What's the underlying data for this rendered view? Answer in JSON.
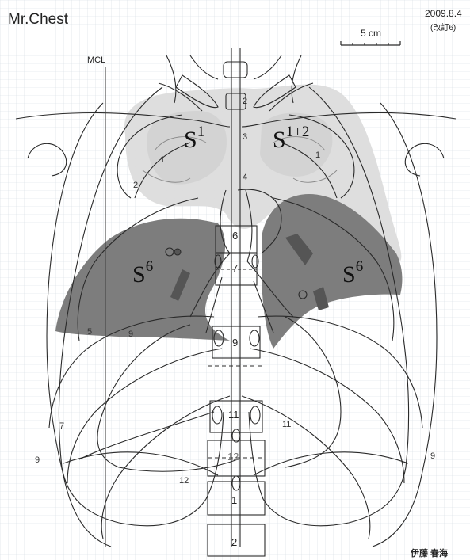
{
  "header": {
    "title": "Mr.Chest",
    "date": "2009.8.4",
    "revision": "(改訂6)",
    "scale_label": "5 cm",
    "mcl_label": "MCL"
  },
  "footer": {
    "author": "伊藤 春海"
  },
  "segments": {
    "s1_base": "S",
    "s1_sup": "1",
    "s12_base": "S",
    "s12_sup": "1+2",
    "s6_right_base": "S",
    "s6_right_sup": "6",
    "s6_left_base": "S",
    "s6_left_sup": "6"
  },
  "rib_labels": {
    "r1": "1",
    "r2": "2",
    "l1": "1",
    "r5": "5",
    "r9a": "9",
    "r7": "7",
    "r9b": "9",
    "l11": "11",
    "l9": "9",
    "r12": "12"
  },
  "vertebra_labels": {
    "v2": "2",
    "v3": "3",
    "v4": "4",
    "v6": "6",
    "v7": "7",
    "v9": "9",
    "v11": "11",
    "v12": "12",
    "l1": "1",
    "l2": "2"
  },
  "colors": {
    "upper_lobe_shade": "#d9d9d9",
    "s6_shade": "#7a7a7a",
    "grid_line": "#c9d3da",
    "ink": "#2a2a2a"
  }
}
